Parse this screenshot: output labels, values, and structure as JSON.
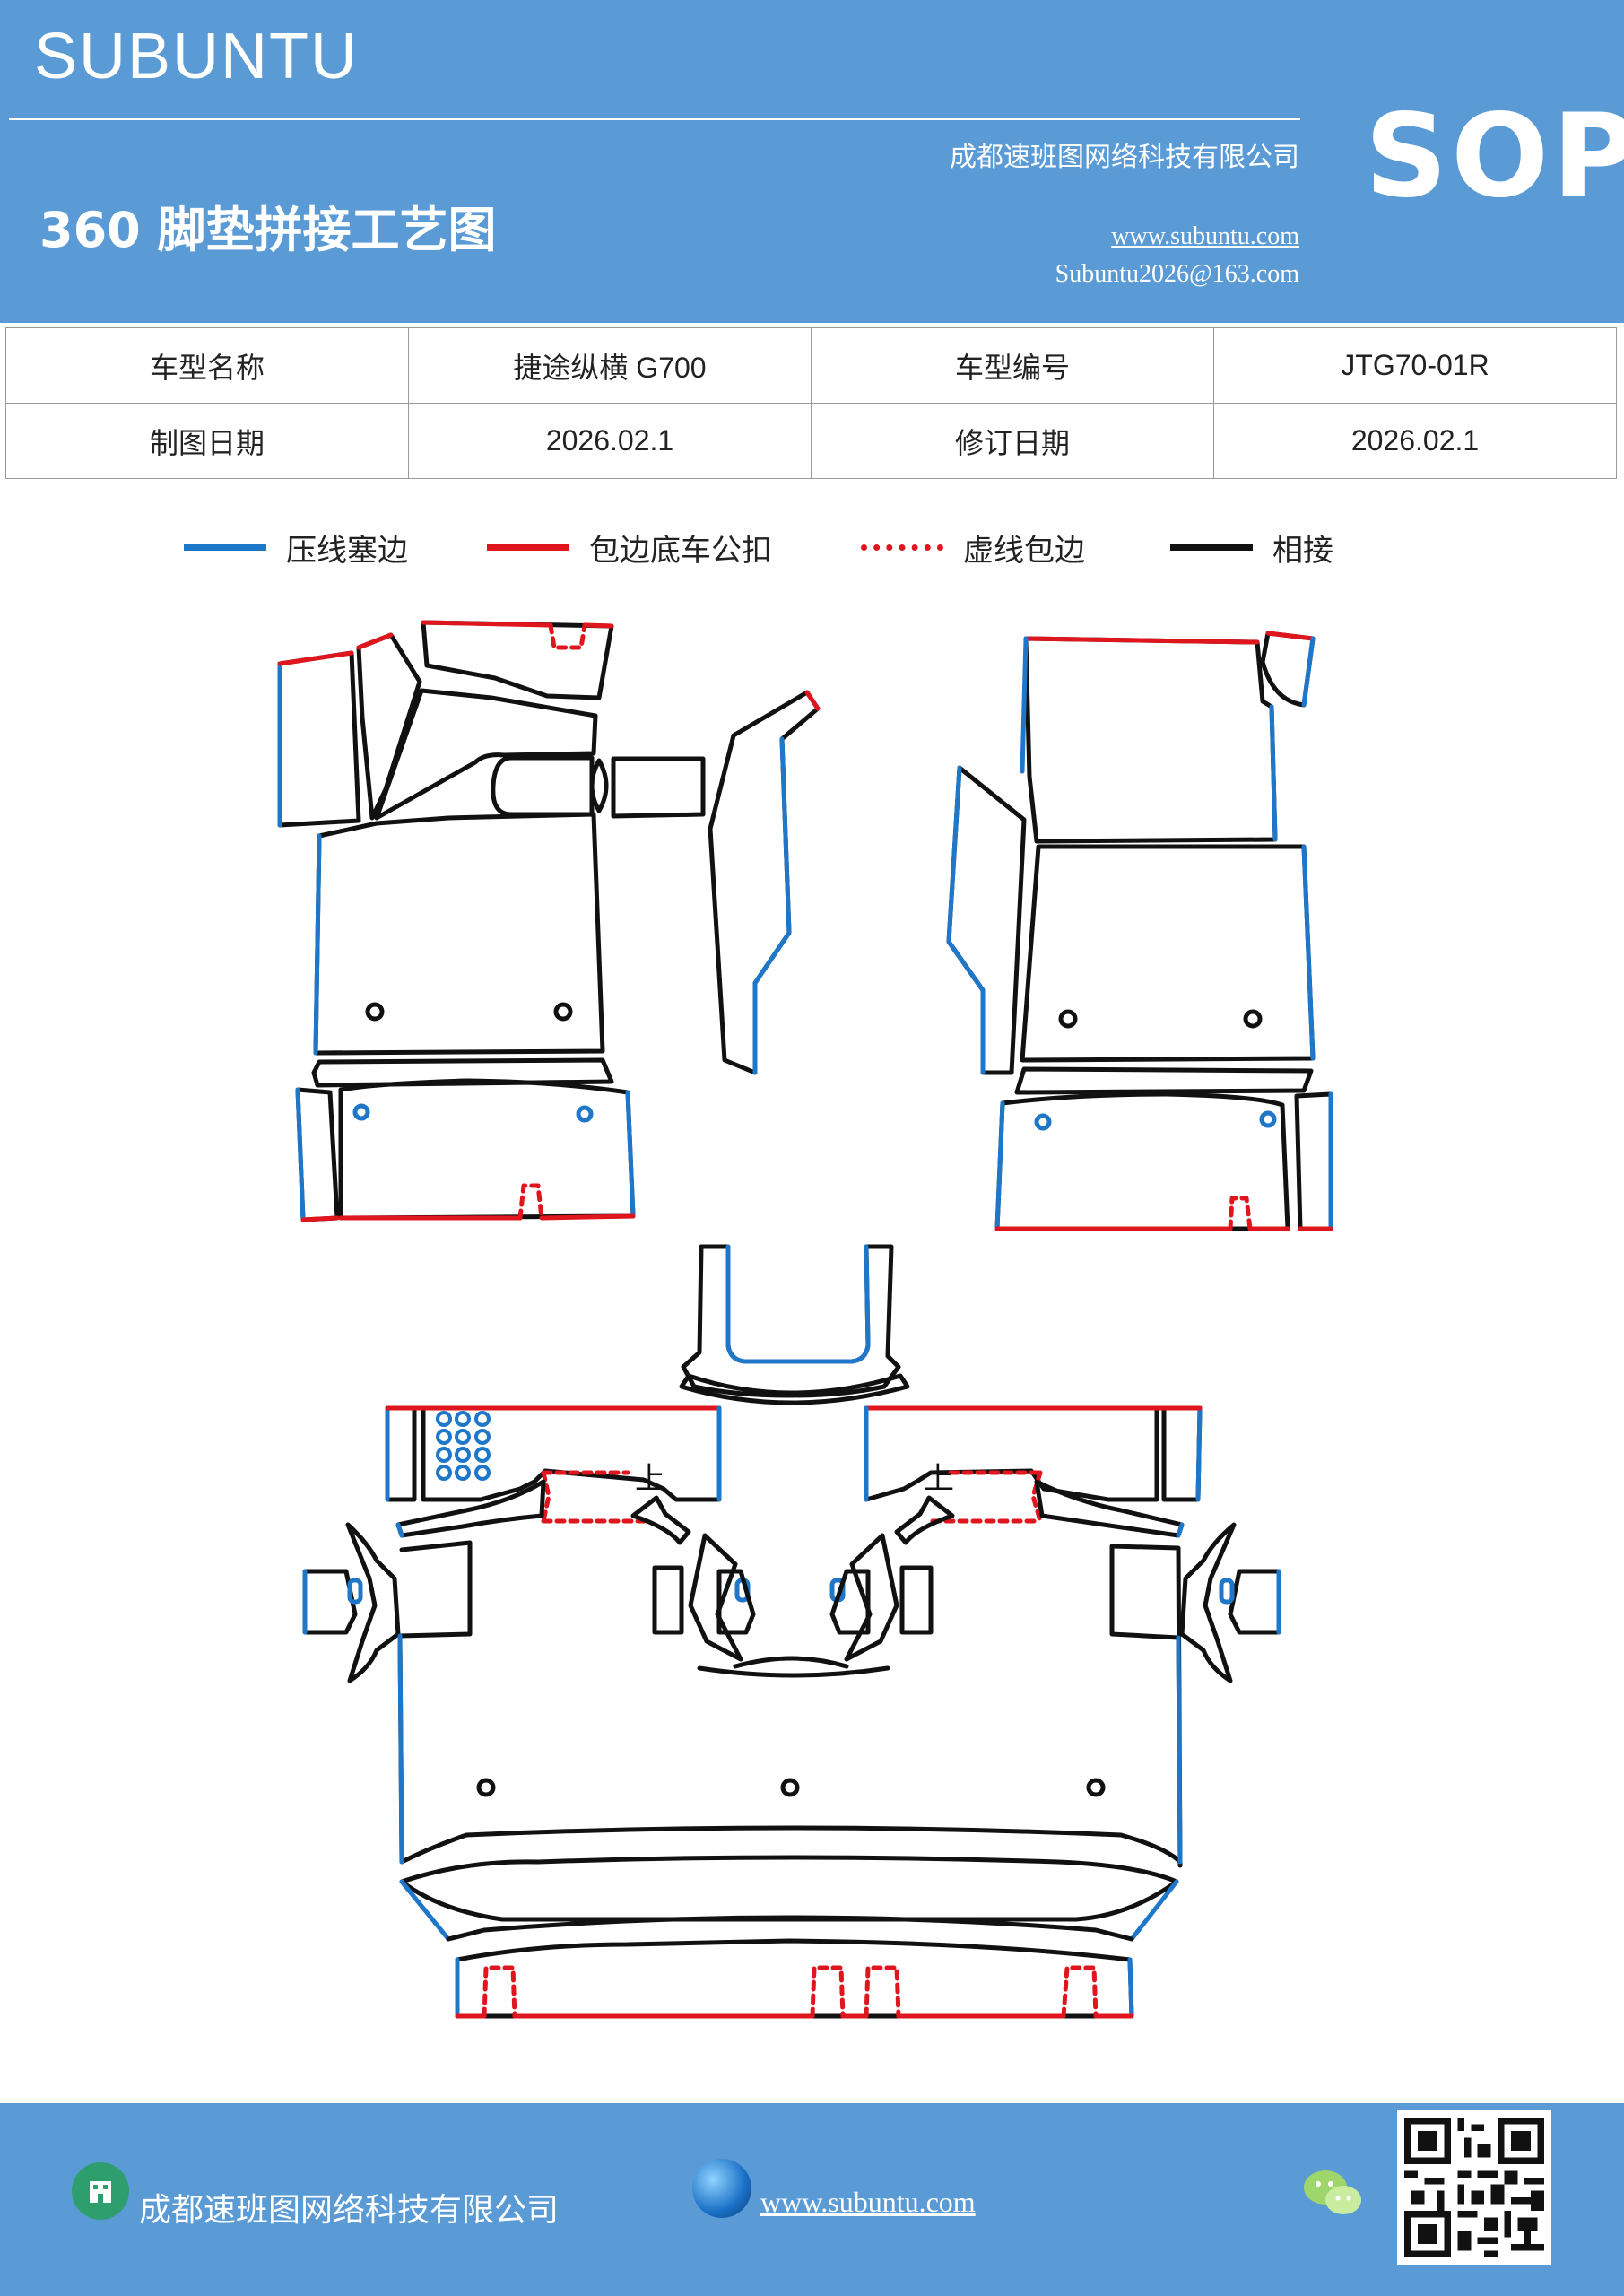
{
  "header": {
    "brand": "SUBUNTU",
    "doc_title": "360 脚垫拼接工艺图",
    "company": "成都速班图网络科技有限公司",
    "website": "www.subuntu.com",
    "email": "Subuntu2026@163.com",
    "sop": "SOP"
  },
  "info": {
    "model_name_label": "车型名称",
    "model_name": "捷途纵横 G700",
    "model_no_label": "车型编号",
    "model_no": "JTG70-01R",
    "draw_date_label": "制图日期",
    "draw_date": "2026.02.1",
    "revise_date_label": "修订日期",
    "revise_date": "2026.02.1"
  },
  "legend": [
    {
      "label": "压线塞边",
      "style": "solid",
      "color": "#1f77c9"
    },
    {
      "label": "包边底车公扣",
      "style": "solid",
      "color": "#e0161e"
    },
    {
      "label": "虚线包边",
      "style": "dotted",
      "color": "#e0161e"
    },
    {
      "label": "相接",
      "style": "solid",
      "color": "#111111"
    }
  ],
  "diagram": {
    "marks": [
      "上",
      "上"
    ]
  },
  "colors": {
    "brand_blue": "#5b9bd5",
    "press_line": "#1f77c9",
    "edge_red": "#e0161e",
    "join_black": "#111111"
  },
  "footer": {
    "company": "成都速班图网络科技有限公司",
    "website": "www.subuntu.com",
    "icons": [
      "building-icon",
      "globe-icon",
      "wechat-icon",
      "qr-code"
    ]
  }
}
